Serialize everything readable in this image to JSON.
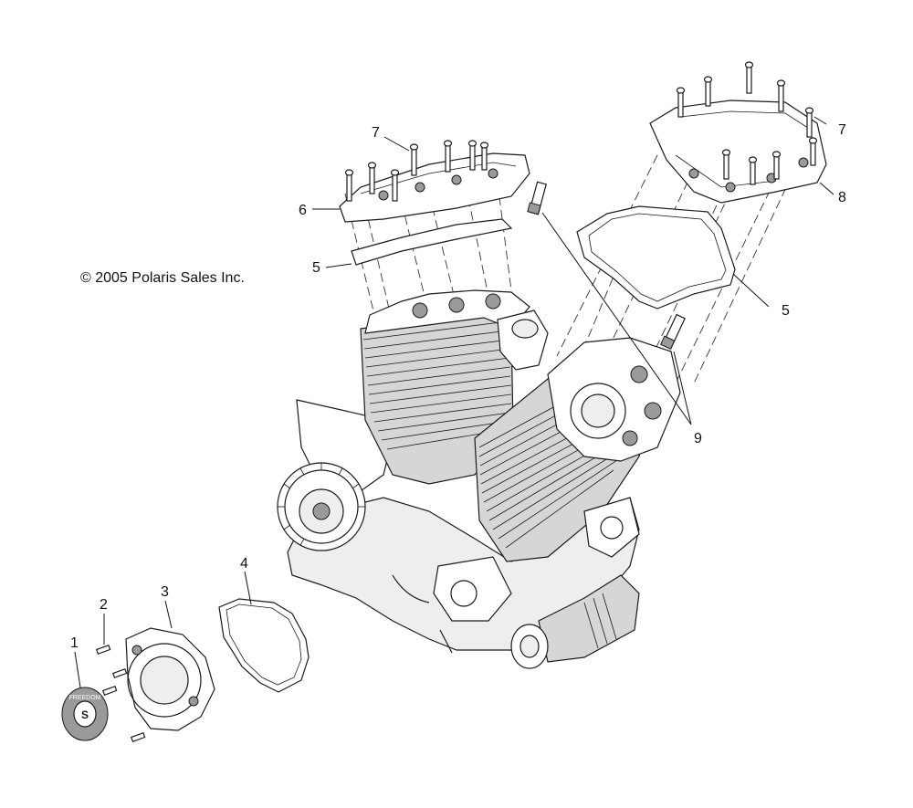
{
  "copyright": "© 2005 Polaris Sales Inc.",
  "callouts": {
    "c1": "1",
    "c2": "2",
    "c3": "3",
    "c4": "4",
    "c5_left": "5",
    "c5_right": "5",
    "c6": "6",
    "c7_left": "7",
    "c7_right": "7",
    "c8": "8",
    "c9": "9"
  },
  "badge_text": "FREEDOM"
}
